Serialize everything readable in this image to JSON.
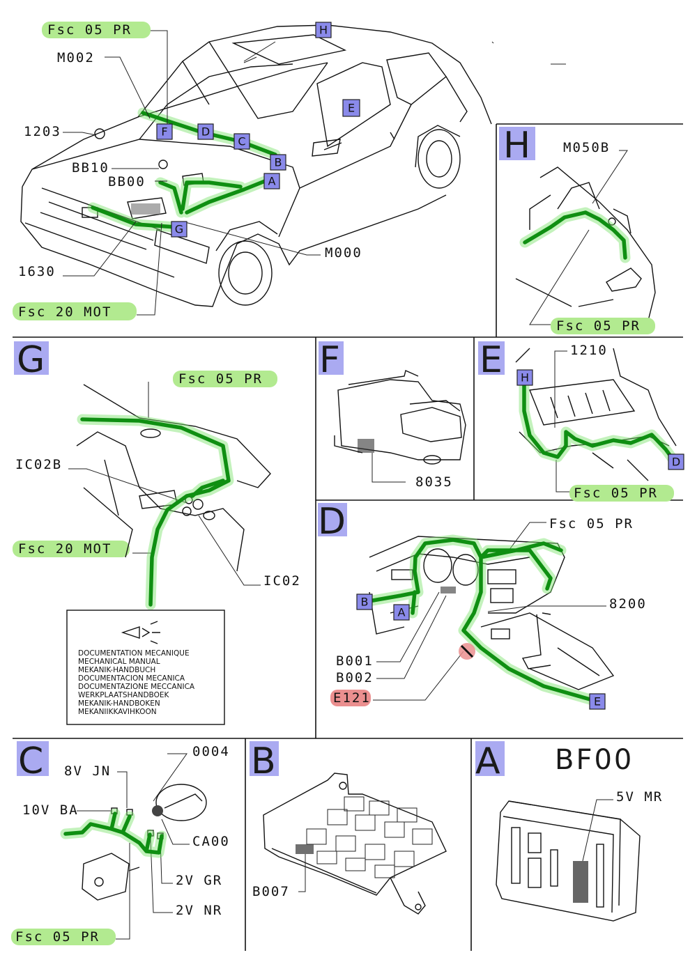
{
  "car": {
    "tag_fsc05pr": "Fsc 05 PR",
    "m002": "M002",
    "c1203": "1203",
    "bb10": "BB10",
    "bb00": "BB00",
    "c1630": "1630",
    "tag_fsc20mot": "Fsc 20 MOT",
    "m000": "M000",
    "boxes": [
      "H",
      "E",
      "F",
      "D",
      "C",
      "B",
      "A",
      "G"
    ]
  },
  "panel_h": {
    "letter": "H",
    "m050b": "M050B",
    "tag": "Fsc 05 PR"
  },
  "panel_g": {
    "letter": "G",
    "tag_top": "Fsc 05 PR",
    "ic02b": "IC02B",
    "tag_mot": "Fsc 20 MOT",
    "ic02": "IC02",
    "manual_lines": [
      "DOCUMENTATION MECANIQUE",
      "MECHANICAL MANUAL",
      "MEKANIK-HANDBUCH",
      "DOCUMENTACION MECANICA",
      "DOCUMENTAZIONE MECCANICA",
      "WERKPLAATSHANDBOEK",
      "MEKANIK-HANDBOKEN",
      "MEKANIIKKAVIHKOON"
    ]
  },
  "panel_f": {
    "letter": "F",
    "c8035": "8035"
  },
  "panel_e": {
    "letter": "E",
    "c1210": "1210",
    "box_h": "H",
    "box_d": "D",
    "tag": "Fsc 05 PR"
  },
  "panel_d": {
    "letter": "D",
    "fsc": "Fsc 05 PR",
    "c8200": "8200",
    "box_b": "B",
    "box_a": "A",
    "b001": "B001",
    "b002": "B002",
    "e121": "E121",
    "box_e": "E"
  },
  "panel_c": {
    "letter": "C",
    "c0004": "0004",
    "v8jn": "8V JN",
    "v10ba": "10V BA",
    "ca00": "CA00",
    "v2gr": "2V GR",
    "v2nr": "2V NR",
    "tag": "Fsc 05 PR"
  },
  "panel_b": {
    "letter": "B",
    "b007": "B007"
  },
  "panel_a": {
    "letter": "A",
    "bf00": "BF00",
    "v5mr": "5V MR"
  },
  "colors": {
    "wire": "#0f8f12",
    "highlight": "#b2ea90",
    "box": "#8a8aea",
    "alert": "#eb8f8f"
  }
}
